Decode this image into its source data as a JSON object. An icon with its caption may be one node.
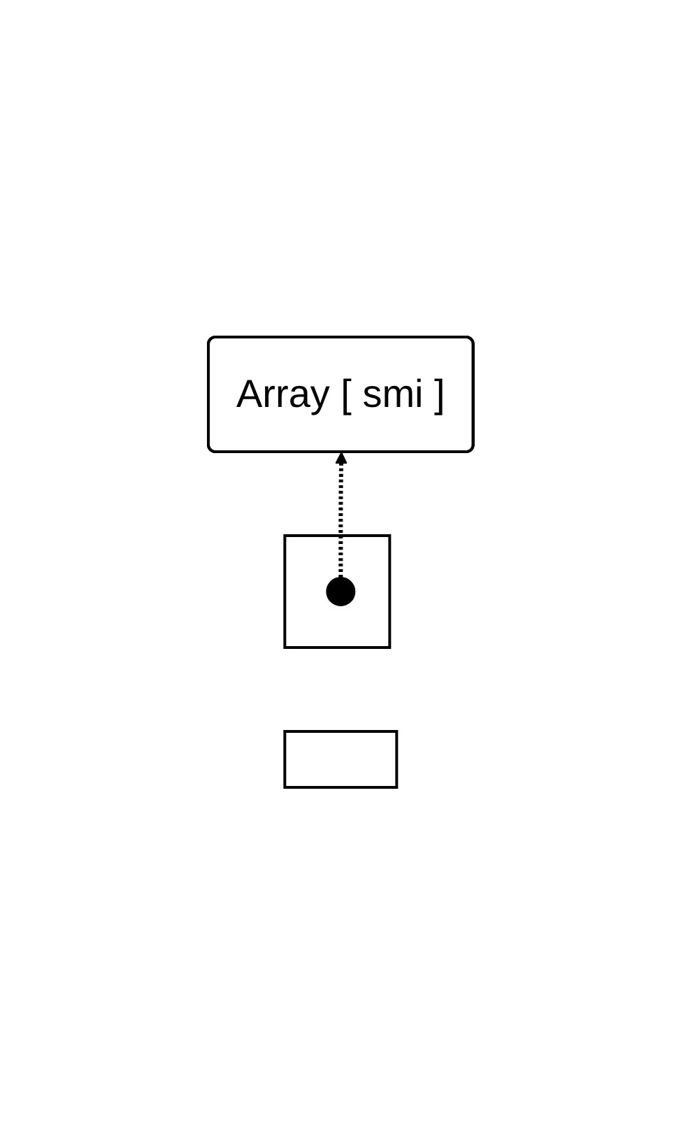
{
  "diagram": {
    "nodes": [
      {
        "text": [
          "Array [ smi ]"
        ]
      },
      {
        "text": [],
        "shape": "box"
      },
      {
        "text": [],
        "shape": "box"
      },
      {
        "text": [],
        "shape": "circle",
        "in": 1
      }
    ],
    "edges": [
      {
        "from": 3,
        "to": 0,
        "arrow": "to",
        "style": "dashed"
      }
    ]
  }
}
